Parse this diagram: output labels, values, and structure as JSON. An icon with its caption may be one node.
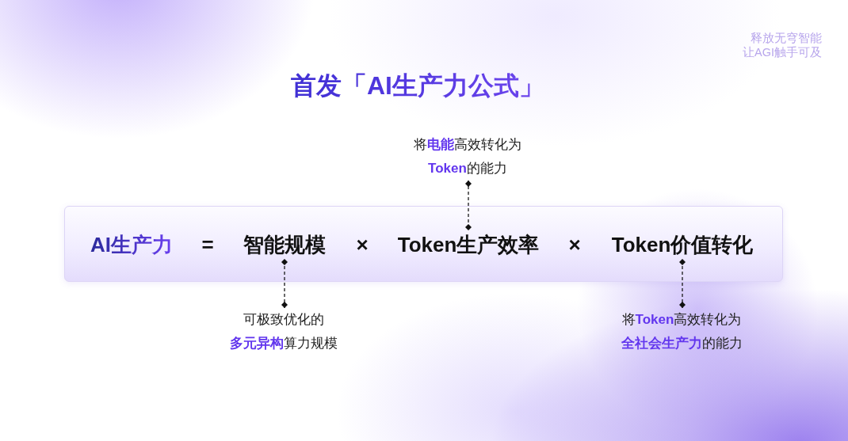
{
  "diagram": {
    "title": "首发「AI生产力公式」",
    "nodes": [
      {
        "text": [
          "将**电能**高效转化为**Token**的能力"
        ]
      },
      {
        "text": [],
        "shape": "box"
      },
      {
        "text": [
          "AI生产力"
        ],
        "in": 1
      },
      {
        "text": [
          "智能规模"
        ],
        "in": 1
      },
      {
        "text": [
          "Token生产效率"
        ],
        "in": 1
      },
      {
        "text": [
          "Token价值转化"
        ],
        "in": 1
      },
      {
        "text": [
          "可极致优化的**多元异构**算力规模"
        ]
      },
      {
        "text": [
          "将**Token**高效转化为**全社会生产力**的能力"
        ]
      }
    ],
    "edges": [
      {
        "from": 0,
        "to": 4,
        "arrow": "other",
        "style": "dashed"
      },
      {
        "from": 6,
        "to": 3,
        "arrow": "other",
        "style": "dashed"
      },
      {
        "from": 7,
        "to": 5,
        "arrow": "other",
        "style": "dashed"
      }
    ],
    "labels": [
      "释放无穹智能",
      "让AGI触手可及",
      "=",
      "×",
      "×"
    ]
  }
}
